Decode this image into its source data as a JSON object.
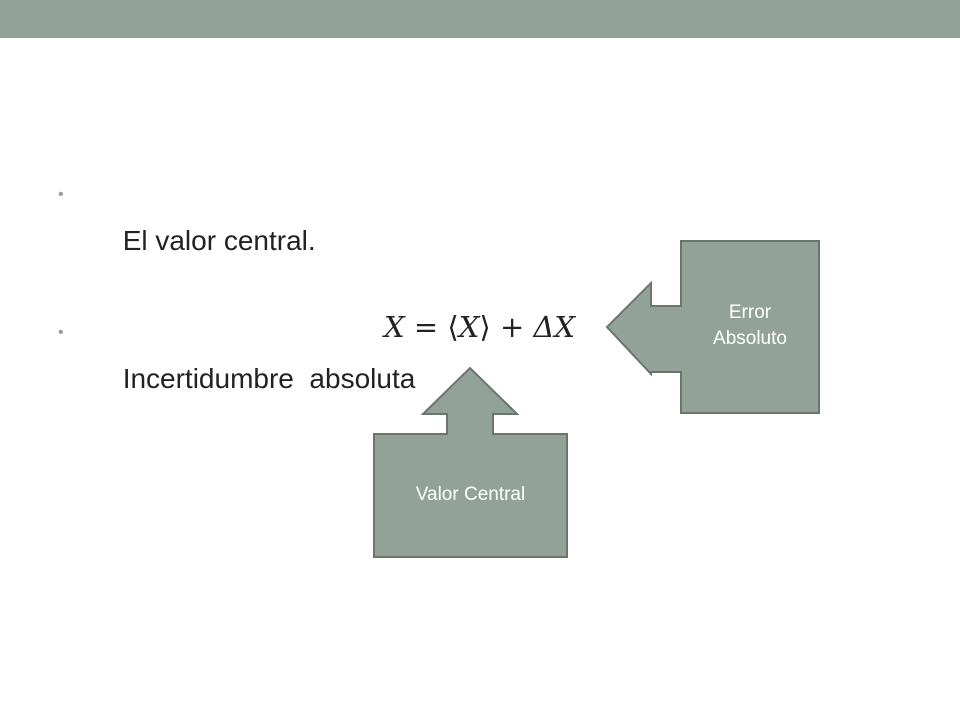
{
  "bullets": [
    {
      "text": "El valor central."
    },
    {
      "text": "Incertidumbre  absoluta"
    }
  ],
  "equation": {
    "lhs": "X",
    "eq": "=",
    "lbracket": "⟨",
    "center": "X",
    "rbracket": "⟩",
    "plus": "+",
    "delta": "ΔX"
  },
  "callouts": {
    "error_absoluto": "Error\nAbsoluto",
    "valor_central": "Valor Central"
  },
  "colors": {
    "accent": "#93a299",
    "border": "#6b756f",
    "text": "#222222"
  }
}
